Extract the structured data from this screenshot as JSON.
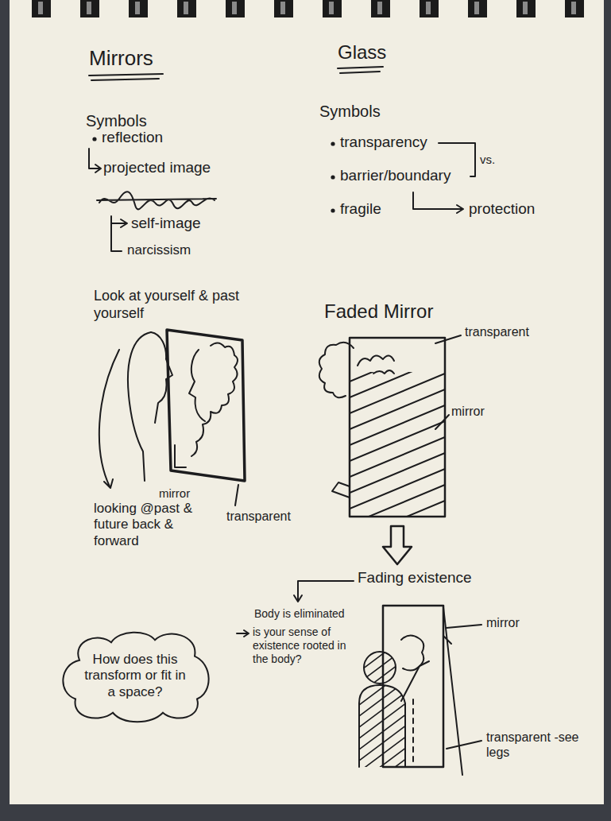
{
  "diagram": {
    "nodes": [
      {
        "text": [
          "How does this transform or fit in a space?"
        ]
      }
    ],
    "labels": [
      "Mirrors",
      "Symbols",
      "reflection",
      "projected image",
      "self-image",
      "narcissism",
      "Glass",
      "Symbols",
      "transparency",
      "vs.",
      "barrier/boundary",
      "fragile",
      "protection",
      "Look at yourself & past yourself",
      "transparent",
      "mirror",
      "looking @past & future back & forward",
      "Faded Mirror",
      "transparent",
      "mirror",
      "Fading existence",
      "Body is eliminated",
      "is your sense of existence rooted in the body?",
      "mirror",
      "transparent -see legs"
    ]
  }
}
